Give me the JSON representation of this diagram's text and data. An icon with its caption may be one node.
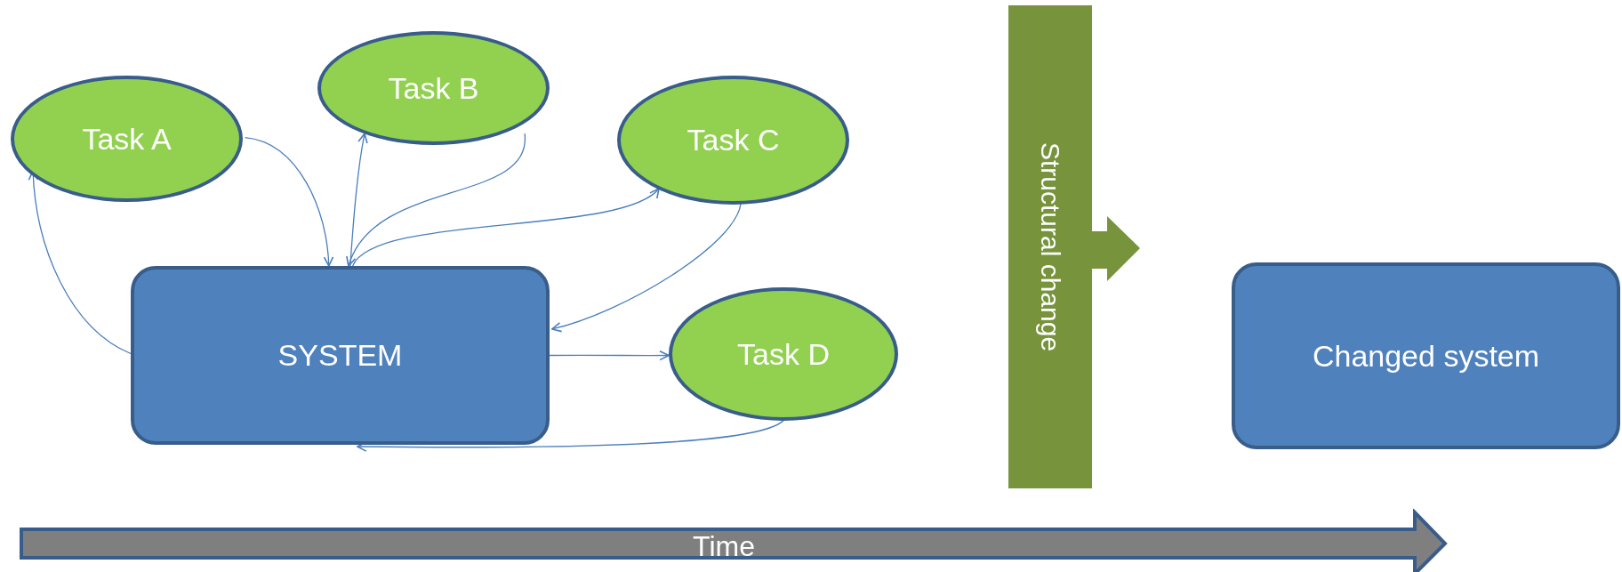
{
  "diagram": {
    "nodes": [
      {
        "text": [
          "Task A"
        ]
      },
      {
        "text": [
          "Task B"
        ]
      },
      {
        "text": [
          "Task C"
        ]
      },
      {
        "text": [
          "SYSTEM"
        ]
      },
      {
        "text": [
          "Task D"
        ]
      },
      {
        "text": [
          "Structural change"
        ]
      },
      {
        "text": [
          "Changed system"
        ]
      },
      {
        "text": [
          "Time"
        ]
      }
    ],
    "edges": [
      {
        "from": 3,
        "to": 0,
        "arrow": "to"
      },
      {
        "from": 0,
        "to": 3,
        "arrow": "to"
      },
      {
        "from": 3,
        "to": 1,
        "arrow": "to"
      },
      {
        "from": 1,
        "to": 3,
        "arrow": "to"
      },
      {
        "from": 3,
        "to": 2,
        "arrow": "to"
      },
      {
        "from": 2,
        "to": 3,
        "arrow": "to"
      },
      {
        "from": 3,
        "to": 4,
        "arrow": "to"
      },
      {
        "from": 4,
        "to": 3,
        "arrow": "to"
      }
    ]
  }
}
